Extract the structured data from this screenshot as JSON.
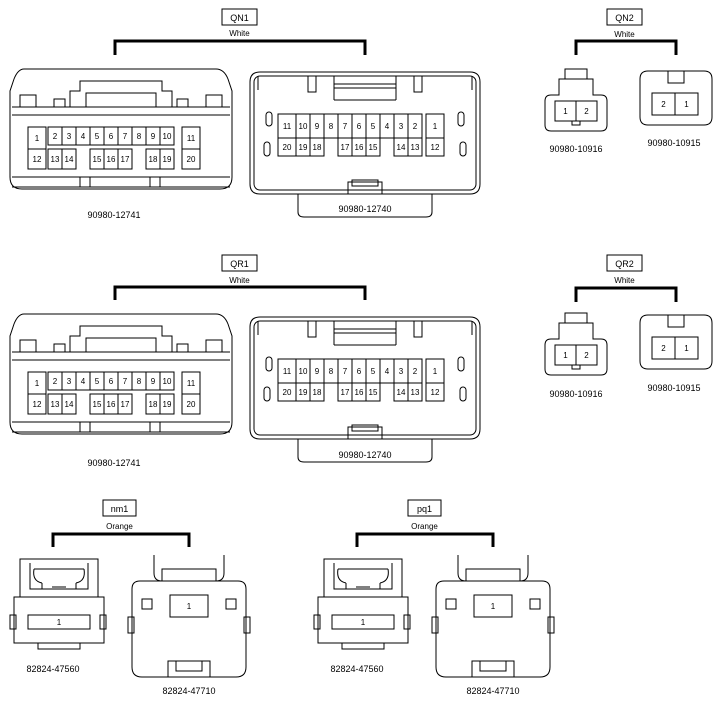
{
  "groups": {
    "qn1": {
      "tag": "QN1",
      "color": "White",
      "female_part": "90980-12741",
      "male_part": "90980-12740",
      "female_top_pins": [
        "1",
        "2",
        "3",
        "4",
        "5",
        "6",
        "7",
        "8",
        "9",
        "10",
        "11"
      ],
      "female_bottom_pins": [
        "12",
        "13",
        "14",
        "15",
        "16",
        "17",
        "18",
        "19",
        "20"
      ],
      "male_top_pins": [
        "11",
        "10",
        "9",
        "8",
        "7",
        "6",
        "5",
        "4",
        "3",
        "2",
        "1"
      ],
      "male_bottom_pins": [
        "20",
        "19",
        "18",
        "17",
        "16",
        "15",
        "14",
        "13",
        "12"
      ]
    },
    "qn2": {
      "tag": "QN2",
      "color": "White",
      "female_part": "90980-10916",
      "male_part": "90980-10915",
      "female_pins": [
        "1",
        "2"
      ],
      "male_pins": [
        "2",
        "1"
      ]
    },
    "qr1": {
      "tag": "QR1",
      "color": "White",
      "female_part": "90980-12741",
      "male_part": "90980-12740",
      "female_top_pins": [
        "1",
        "2",
        "3",
        "4",
        "5",
        "6",
        "7",
        "8",
        "9",
        "10",
        "11"
      ],
      "female_bottom_pins": [
        "12",
        "13",
        "14",
        "15",
        "16",
        "17",
        "18",
        "19",
        "20"
      ],
      "male_top_pins": [
        "11",
        "10",
        "9",
        "8",
        "7",
        "6",
        "5",
        "4",
        "3",
        "2",
        "1"
      ],
      "male_bottom_pins": [
        "20",
        "19",
        "18",
        "17",
        "16",
        "15",
        "14",
        "13",
        "12"
      ]
    },
    "qr2": {
      "tag": "QR2",
      "color": "White",
      "female_part": "90980-10916",
      "male_part": "90980-10915",
      "female_pins": [
        "1",
        "2"
      ],
      "male_pins": [
        "2",
        "1"
      ]
    },
    "nm1": {
      "tag": "nm1",
      "color": "Orange",
      "female_part": "82824-47560",
      "male_part": "82824-47710",
      "female_pins": [
        "1"
      ],
      "male_pins": [
        "1"
      ]
    },
    "pq1": {
      "tag": "pq1",
      "color": "Orange",
      "female_part": "82824-47560",
      "male_part": "82824-47710",
      "female_pins": [
        "1"
      ],
      "male_pins": [
        "1"
      ]
    }
  }
}
